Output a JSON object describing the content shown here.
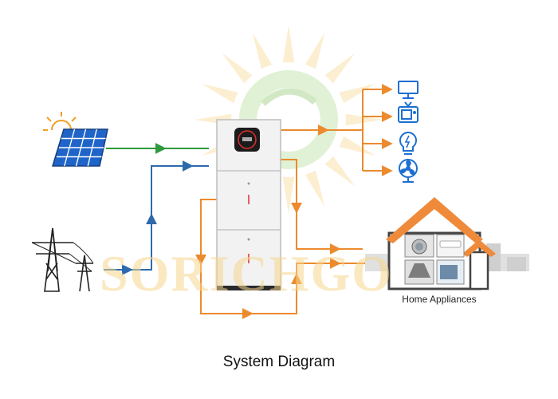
{
  "diagram": {
    "caption": "System Diagram",
    "home_label": "Home Appliances",
    "watermark_text": "SORICHGO",
    "colors": {
      "solar_line": "#2e9a3d",
      "grid_line": "#2d6aad",
      "power_line": "#ec8a2d",
      "icon_blue": "#1d6fd1",
      "roof": "#ef8a3a",
      "house_wall": "#ffffff",
      "house_outline": "#444444",
      "inverter_body": "#f2f2f2",
      "inverter_outline": "#bdbdbd",
      "display": "#1b1b1b",
      "sun_icon": "#f0a020",
      "solar_panel": "#1f64c8"
    },
    "icons": [
      "sun-icon",
      "solar-panel-icon",
      "power-pylon-icon",
      "monitor-icon",
      "tv-icon",
      "lightbulb-icon",
      "fan-icon",
      "washing-machine-icon",
      "air-conditioner-icon",
      "fridge-icon",
      "range-hood-icon",
      "microwave-icon"
    ]
  }
}
